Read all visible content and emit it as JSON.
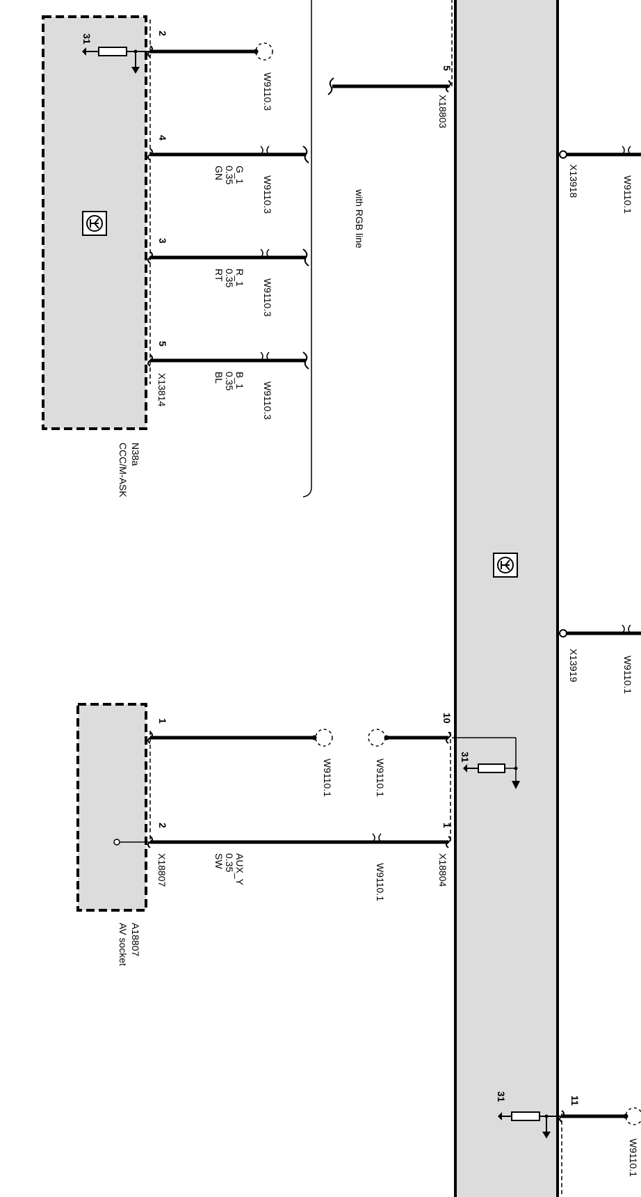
{
  "modules": {
    "n38a": {
      "id": "N38a",
      "name": "CCC/M-ASK",
      "connector": "X13814"
    },
    "a18807": {
      "id": "A18807",
      "name": "AV socket",
      "connector": "X18807"
    },
    "main": {
      "connectors": [
        "X18803",
        "X13918",
        "X13919",
        "X18804"
      ]
    }
  },
  "ground_labels": {
    "n38a": "31",
    "x18804": "31",
    "bottom": "31"
  },
  "pins": {
    "n38a": [
      "2",
      "4",
      "3",
      "5"
    ],
    "x18803": "5",
    "x18804": [
      "10",
      "1"
    ],
    "a18807": [
      "1",
      "2"
    ],
    "bottom": "11"
  },
  "wires": {
    "g": {
      "name": "G_1",
      "gauge": "0.35",
      "color": "GN",
      "harness": "W9110.3"
    },
    "r": {
      "name": "R_1",
      "gauge": "0.35",
      "color": "RT",
      "harness": "W9110.3"
    },
    "b": {
      "name": "B_1",
      "gauge": "0.35",
      "color": "BL",
      "harness": "W9110.3"
    },
    "aux": {
      "name": "AUX_Y",
      "gauge": "0.35",
      "color": "SW",
      "harness": "W9110.1"
    }
  },
  "harness_refs": {
    "n38a_pin2": "W9110.3",
    "x13918": "W9110.1",
    "x13919": "W9110.1",
    "a18807_pin1": "W9110.1",
    "x18804_pin10": "W9110.1",
    "bottom": "W9110.1"
  },
  "option_note": "with RGB line",
  "colors": {
    "module_fill": "#dcdcdc",
    "wire": "#000000"
  },
  "icons": {
    "module_symbol": "transistor-symbol-icon"
  }
}
